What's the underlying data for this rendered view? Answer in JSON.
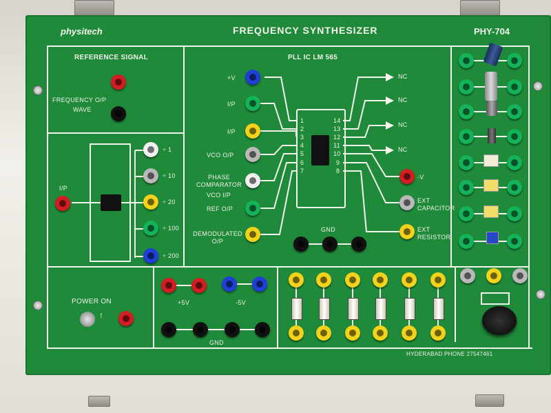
{
  "panel": {
    "brand": "physitech",
    "title": "FREQUENCY SYNTHESIZER",
    "model": "PHY-704",
    "footer": "HYDERABAD PHONE 27547461"
  },
  "reference": {
    "header": "REFERENCE SIGNAL",
    "freq_label": "FREQUENCY O/P",
    "wave_label": "WAVE"
  },
  "divider": {
    "input_label": "I/P",
    "outputs": [
      "÷ 1",
      "÷ 10",
      "÷ 20",
      "÷ 100",
      "÷ 200"
    ]
  },
  "pll": {
    "header": "PLL IC LM 565",
    "left_labels": [
      "+V",
      "I/P",
      "I/P",
      "VCO O/P",
      "PHASE COMPARATOR",
      "VCO I/P",
      "REF O/P",
      "DEMODULATED O/P"
    ],
    "right_labels": [
      "NC",
      "NC",
      "NC",
      "NC",
      "-V",
      "EXT CAPACITOR",
      "EXT RESISTOR"
    ],
    "left_pins": [
      "1",
      "2",
      "3",
      "4",
      "5",
      "6",
      "7"
    ],
    "right_pins": [
      "14",
      "13",
      "12",
      "11",
      "10",
      "9",
      "8"
    ],
    "gnd_label": "GND"
  },
  "power": {
    "label": "POWER ON",
    "plus_label": "+5V",
    "minus_label": "-5V",
    "gnd_label": "GND"
  },
  "colors": {
    "board": "#1f8a3a",
    "red": "#d21e22",
    "blue": "#1f3fd6",
    "yellow": "#f2d21a",
    "green": "#14b35a",
    "white": "#f0f0f0",
    "black": "#111111",
    "grey": "#b9b9b9"
  }
}
